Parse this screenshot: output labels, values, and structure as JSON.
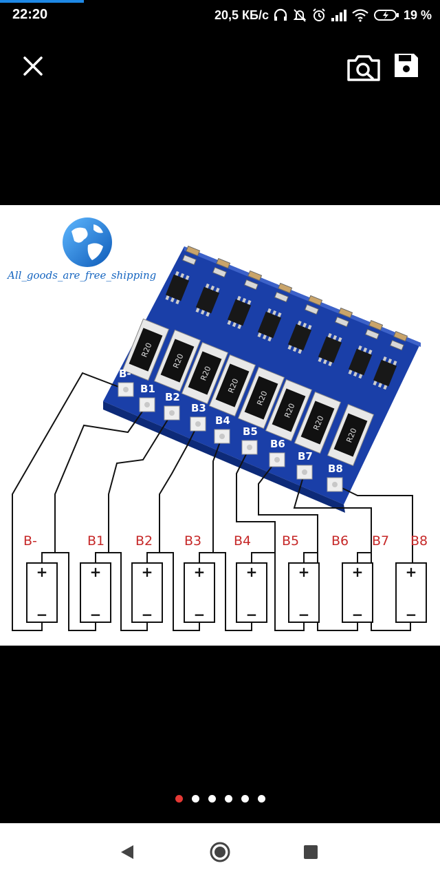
{
  "status_bar": {
    "time": "22:20",
    "net_speed": "20,5 КБ/с",
    "battery": "19 %",
    "icons": [
      "headphones-icon",
      "mute-icon",
      "alarm-icon",
      "signal-icon",
      "wifi-icon",
      "battery-charging-icon"
    ]
  },
  "toolbar": {
    "icons": [
      "close-icon",
      "camera-search-icon",
      "save-icon"
    ]
  },
  "image": {
    "watermark": "All_goods_are_free_shipping",
    "board_pads": [
      "B-",
      "B1",
      "B2",
      "B3",
      "B4",
      "B5",
      "B6",
      "B7",
      "B8"
    ],
    "cell_labels": [
      "B-",
      "B1",
      "B2",
      "B3",
      "B4",
      "B5",
      "B6",
      "B7",
      "B8"
    ],
    "resistor_code": "R20",
    "plus": "+",
    "minus": "−",
    "colors": {
      "pcb": "#1a3fa8",
      "label_red": "#c62828",
      "wire": "#111111"
    }
  },
  "carousel": {
    "count": 6,
    "active_index": 0,
    "accent": "#e53935"
  },
  "navigation": {
    "icons": [
      "back-icon",
      "home-icon",
      "recents-icon"
    ]
  }
}
